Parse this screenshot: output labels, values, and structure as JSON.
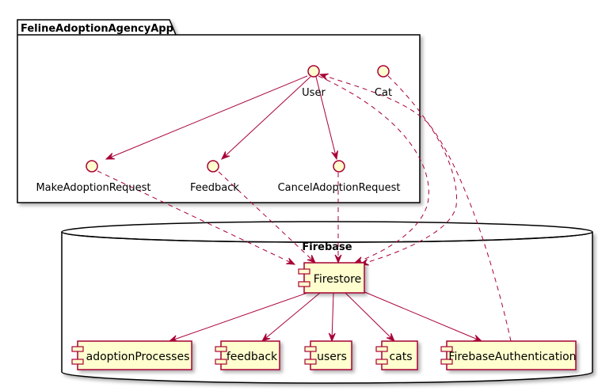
{
  "colors": {
    "arrow": "#a80036",
    "node_fill": "#fefece",
    "border": "#000000",
    "node_border": "#a80036",
    "background": "#ffffff"
  },
  "package": {
    "title": "FelineAdoptionAgencyApp"
  },
  "database": {
    "title": "Firebase"
  },
  "interfaces": [
    {
      "id": "user",
      "label": "User"
    },
    {
      "id": "cat",
      "label": "Cat"
    },
    {
      "id": "make",
      "label": "MakeAdoptionRequest"
    },
    {
      "id": "feedback",
      "label": "Feedback"
    },
    {
      "id": "cancel",
      "label": "CancelAdoptionRequest"
    }
  ],
  "components": [
    {
      "id": "firestore",
      "label": "Firestore"
    },
    {
      "id": "adoption",
      "label": "adoptionProcesses"
    },
    {
      "id": "fb_coll",
      "label": "feedback"
    },
    {
      "id": "users",
      "label": "users"
    },
    {
      "id": "cats",
      "label": "cats"
    },
    {
      "id": "auth",
      "label": "FirebaseAuthentication"
    }
  ],
  "edges": [
    {
      "from": "user",
      "to": "make",
      "style": "solid"
    },
    {
      "from": "user",
      "to": "feedback",
      "style": "solid"
    },
    {
      "from": "user",
      "to": "cancel",
      "style": "solid"
    },
    {
      "from": "make",
      "to": "firestore",
      "style": "dashed"
    },
    {
      "from": "feedback",
      "to": "firestore",
      "style": "dashed"
    },
    {
      "from": "cancel",
      "to": "firestore",
      "style": "dashed"
    },
    {
      "from": "user",
      "to": "firestore",
      "style": "dashed"
    },
    {
      "from": "cat",
      "to": "firestore",
      "style": "dashed"
    },
    {
      "from": "auth",
      "to": "user",
      "style": "dashed"
    },
    {
      "from": "firestore",
      "to": "adoption",
      "style": "solid"
    },
    {
      "from": "firestore",
      "to": "fb_coll",
      "style": "solid"
    },
    {
      "from": "firestore",
      "to": "users",
      "style": "solid"
    },
    {
      "from": "firestore",
      "to": "cats",
      "style": "solid"
    },
    {
      "from": "firestore",
      "to": "auth",
      "style": "solid"
    }
  ]
}
